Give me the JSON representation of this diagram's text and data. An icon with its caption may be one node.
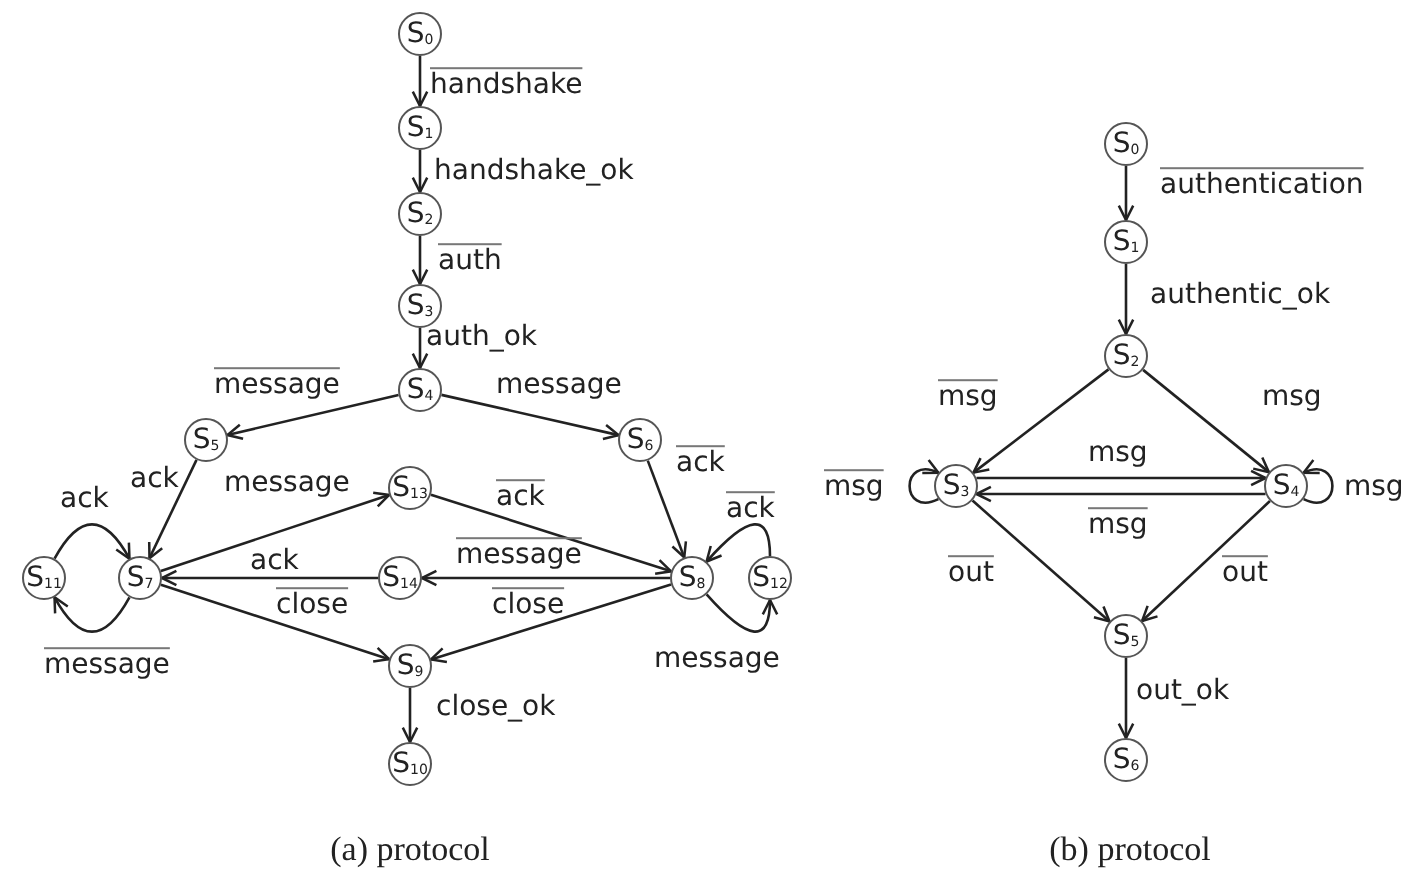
{
  "diagram": {
    "nodes": [
      {
        "text": [
          "S$_{0}$"
        ]
      },
      {
        "text": [
          "S$_{1}$"
        ]
      },
      {
        "text": [
          "S$_{2}$"
        ]
      },
      {
        "text": [
          "S$_{3}$"
        ]
      },
      {
        "text": [
          "S$_{4}$"
        ]
      },
      {
        "text": [
          "S$_{5}$"
        ]
      },
      {
        "text": [
          "S$_{6}$"
        ]
      },
      {
        "text": [
          "S$_{7}$"
        ]
      },
      {
        "text": [
          "S$_{8}$"
        ]
      },
      {
        "text": [
          "S$_{9}$"
        ]
      },
      {
        "text": [
          "S$_{10}$"
        ]
      },
      {
        "text": [
          "S$_{11}$"
        ]
      },
      {
        "text": [
          "S$_{12}$"
        ]
      },
      {
        "text": [
          "S$_{13}$"
        ]
      },
      {
        "text": [
          "S$_{14}$"
        ]
      },
      {
        "text": [
          "S$_{0}$"
        ]
      },
      {
        "text": [
          "S$_{1}$"
        ]
      },
      {
        "text": [
          "S$_{2}$"
        ]
      },
      {
        "text": [
          "S$_{3}$"
        ]
      },
      {
        "text": [
          "S$_{4}$"
        ]
      },
      {
        "text": [
          "S$_{5}$"
        ]
      },
      {
        "text": [
          "S$_{6}$"
        ]
      }
    ],
    "edges": [
      {
        "from": 0,
        "to": 1,
        "arrow": "to",
        "label": "handshake"
      },
      {
        "from": 1,
        "to": 2,
        "arrow": "to",
        "label": "handshake_ok"
      },
      {
        "from": 2,
        "to": 3,
        "arrow": "to",
        "label": "auth"
      },
      {
        "from": 3,
        "to": 4,
        "arrow": "to",
        "label": "auth_ok"
      },
      {
        "from": 4,
        "to": 5,
        "arrow": "to",
        "label": "message"
      },
      {
        "from": 4,
        "to": 6,
        "arrow": "to",
        "label": "message"
      },
      {
        "from": 5,
        "to": 7,
        "arrow": "to",
        "label": "ack"
      },
      {
        "from": 6,
        "to": 8,
        "arrow": "to",
        "label": "ack"
      },
      {
        "from": 7,
        "to": 13,
        "arrow": "to",
        "label": "message"
      },
      {
        "from": 13,
        "to": 8,
        "arrow": "to",
        "label": "ack"
      },
      {
        "from": 8,
        "to": 14,
        "arrow": "to",
        "label": "message"
      },
      {
        "from": 14,
        "to": 7,
        "arrow": "to",
        "label": "ack"
      },
      {
        "from": 7,
        "to": 9,
        "arrow": "to",
        "label": "close"
      },
      {
        "from": 8,
        "to": 9,
        "arrow": "to",
        "label": "close"
      },
      {
        "from": 9,
        "to": 10,
        "arrow": "to",
        "label": "close_ok"
      },
      {
        "from": 11,
        "to": 7,
        "arrow": "to",
        "label": "ack"
      },
      {
        "from": 7,
        "to": 11,
        "arrow": "to",
        "label": "message"
      },
      {
        "from": 12,
        "to": 8,
        "arrow": "to",
        "label": "ack"
      },
      {
        "from": 8,
        "to": 12,
        "arrow": "to",
        "label": "message"
      },
      {
        "from": 15,
        "to": 16,
        "arrow": "to",
        "label": "authentication"
      },
      {
        "from": 16,
        "to": 17,
        "arrow": "to",
        "label": "authentic_ok"
      },
      {
        "from": 17,
        "to": 18,
        "arrow": "to",
        "label": "msg"
      },
      {
        "from": 17,
        "to": 19,
        "arrow": "to",
        "label": "msg"
      },
      {
        "from": 18,
        "to": 19,
        "arrow": "to",
        "label": "msg"
      },
      {
        "from": 19,
        "to": 18,
        "arrow": "to",
        "label": "msg"
      },
      {
        "from": 18,
        "to": 18,
        "arrow": "to",
        "label": "msg"
      },
      {
        "from": 19,
        "to": 19,
        "arrow": "to",
        "label": "msg"
      },
      {
        "from": 18,
        "to": 20,
        "arrow": "to",
        "label": "out"
      },
      {
        "from": 19,
        "to": 20,
        "arrow": "to",
        "label": "out"
      },
      {
        "from": 20,
        "to": 21,
        "arrow": "to",
        "label": "out_ok"
      }
    ],
    "labels": [
      "(a) protocol",
      "(b) protocol"
    ]
  }
}
